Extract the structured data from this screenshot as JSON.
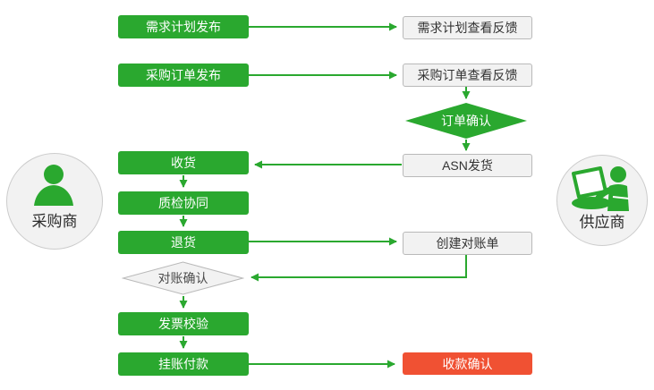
{
  "colors": {
    "accent_green": "#2aa82f",
    "alert_red": "#f05133",
    "gray_fill": "#f2f2f2",
    "gray_border": "#b9b9b9",
    "text_dark": "#333333",
    "text_light": "#ffffff"
  },
  "actors": {
    "buyer": {
      "label": "采购商",
      "icon": "person-icon"
    },
    "supplier": {
      "label": "供应商",
      "icon": "person-laptop-icon"
    }
  },
  "nodes": {
    "demand_plan_publish": "需求计划发布",
    "demand_plan_feedback": "需求计划查看反馈",
    "purchase_order_publish": "采购订单发布",
    "purchase_order_feedback": "采购订单查看反馈",
    "order_confirm": "订单确认",
    "asn_ship": "ASN发货",
    "receive_goods": "收货",
    "quality_collab": "质检协同",
    "return_goods": "退货",
    "create_statement": "创建对账单",
    "reconcile_confirm": "对账确认",
    "invoice_check": "发票校验",
    "book_payment": "挂账付款",
    "payment_confirm": "收款确认"
  }
}
